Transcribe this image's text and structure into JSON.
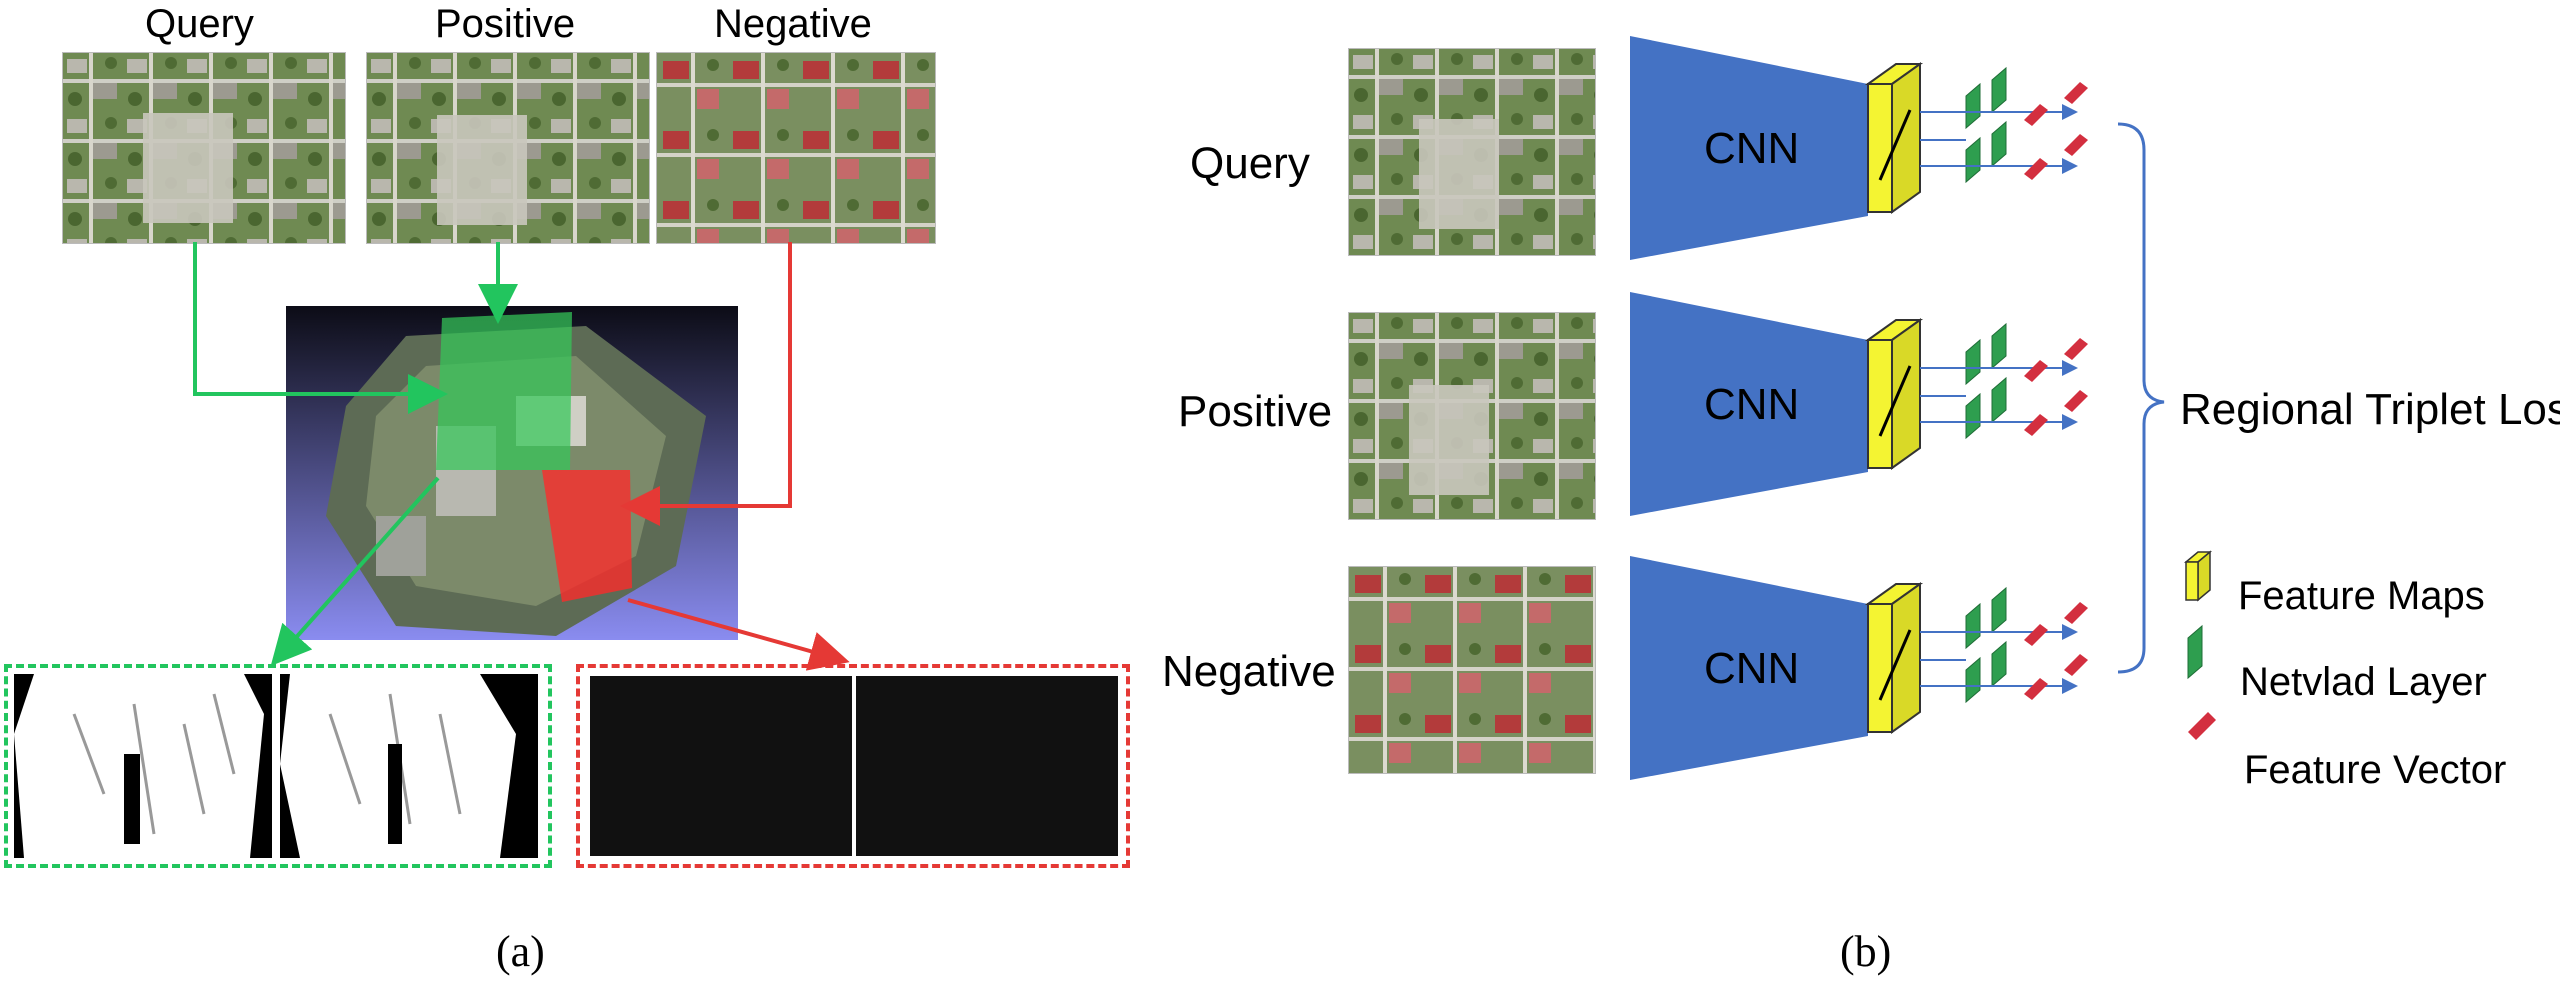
{
  "panel_a": {
    "labels": {
      "query": "Query",
      "positive": "Positive",
      "negative": "Negative"
    },
    "caption": "(a)",
    "colors": {
      "match": "#22c55e",
      "mismatch": "#e53935"
    }
  },
  "panel_b": {
    "rows": [
      {
        "label": "Query",
        "encoder": "CNN"
      },
      {
        "label": "Positive",
        "encoder": "CNN"
      },
      {
        "label": "Negative",
        "encoder": "CNN"
      }
    ],
    "loss_label": "Regional Triplet Loss",
    "legend": [
      {
        "label": "Feature Maps",
        "color": "#f4f432"
      },
      {
        "label": "Netvlad Layer",
        "color": "#2e9e4f"
      },
      {
        "label": "Feature Vector",
        "color": "#d32f3f"
      }
    ],
    "caption": "(b)",
    "encoder_color": "#4472c4"
  }
}
